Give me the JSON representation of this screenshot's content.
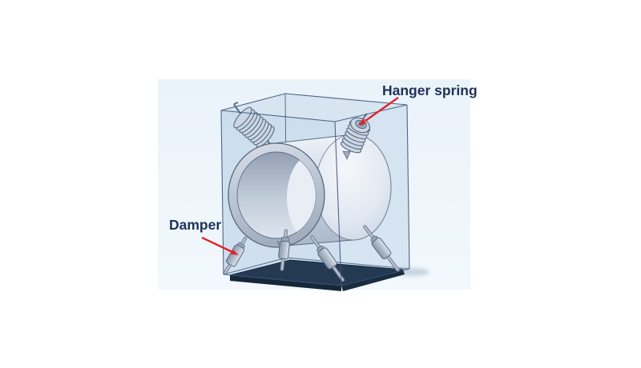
{
  "figure": {
    "type": "3d-technical-illustration",
    "subject": "washing-machine drum suspension inside transparent enclosure",
    "annotations": {
      "hanger_spring": {
        "text": "Hanger spring",
        "target": "right-hanger-spring"
      },
      "damper": {
        "text": "Damper",
        "target": "damper-left"
      }
    },
    "components": {
      "enclosure": "enclosure-box",
      "drum": "drum-cylinder",
      "springs": [
        "left-hanger-spring",
        "right-hanger-spring"
      ],
      "dampers": [
        "damper-left",
        "damper-back",
        "damper-front",
        "damper-right"
      ],
      "base": "base-plate"
    }
  },
  "colors": {
    "label_text": "#1e3257",
    "arrow_red": "#e2242a",
    "canvas_white": "#ffffff",
    "panel_blue": "#edf5fc",
    "box_edge": "#3f567a",
    "box_glass": "#c7daee",
    "drum_metal_light": "#eef2f8",
    "drum_metal_shadow": "#b4c1d4",
    "drum_interior_dark": "#97a3b7",
    "hardware_outline": "#56687f",
    "base_plate_navy": "#243a52"
  }
}
